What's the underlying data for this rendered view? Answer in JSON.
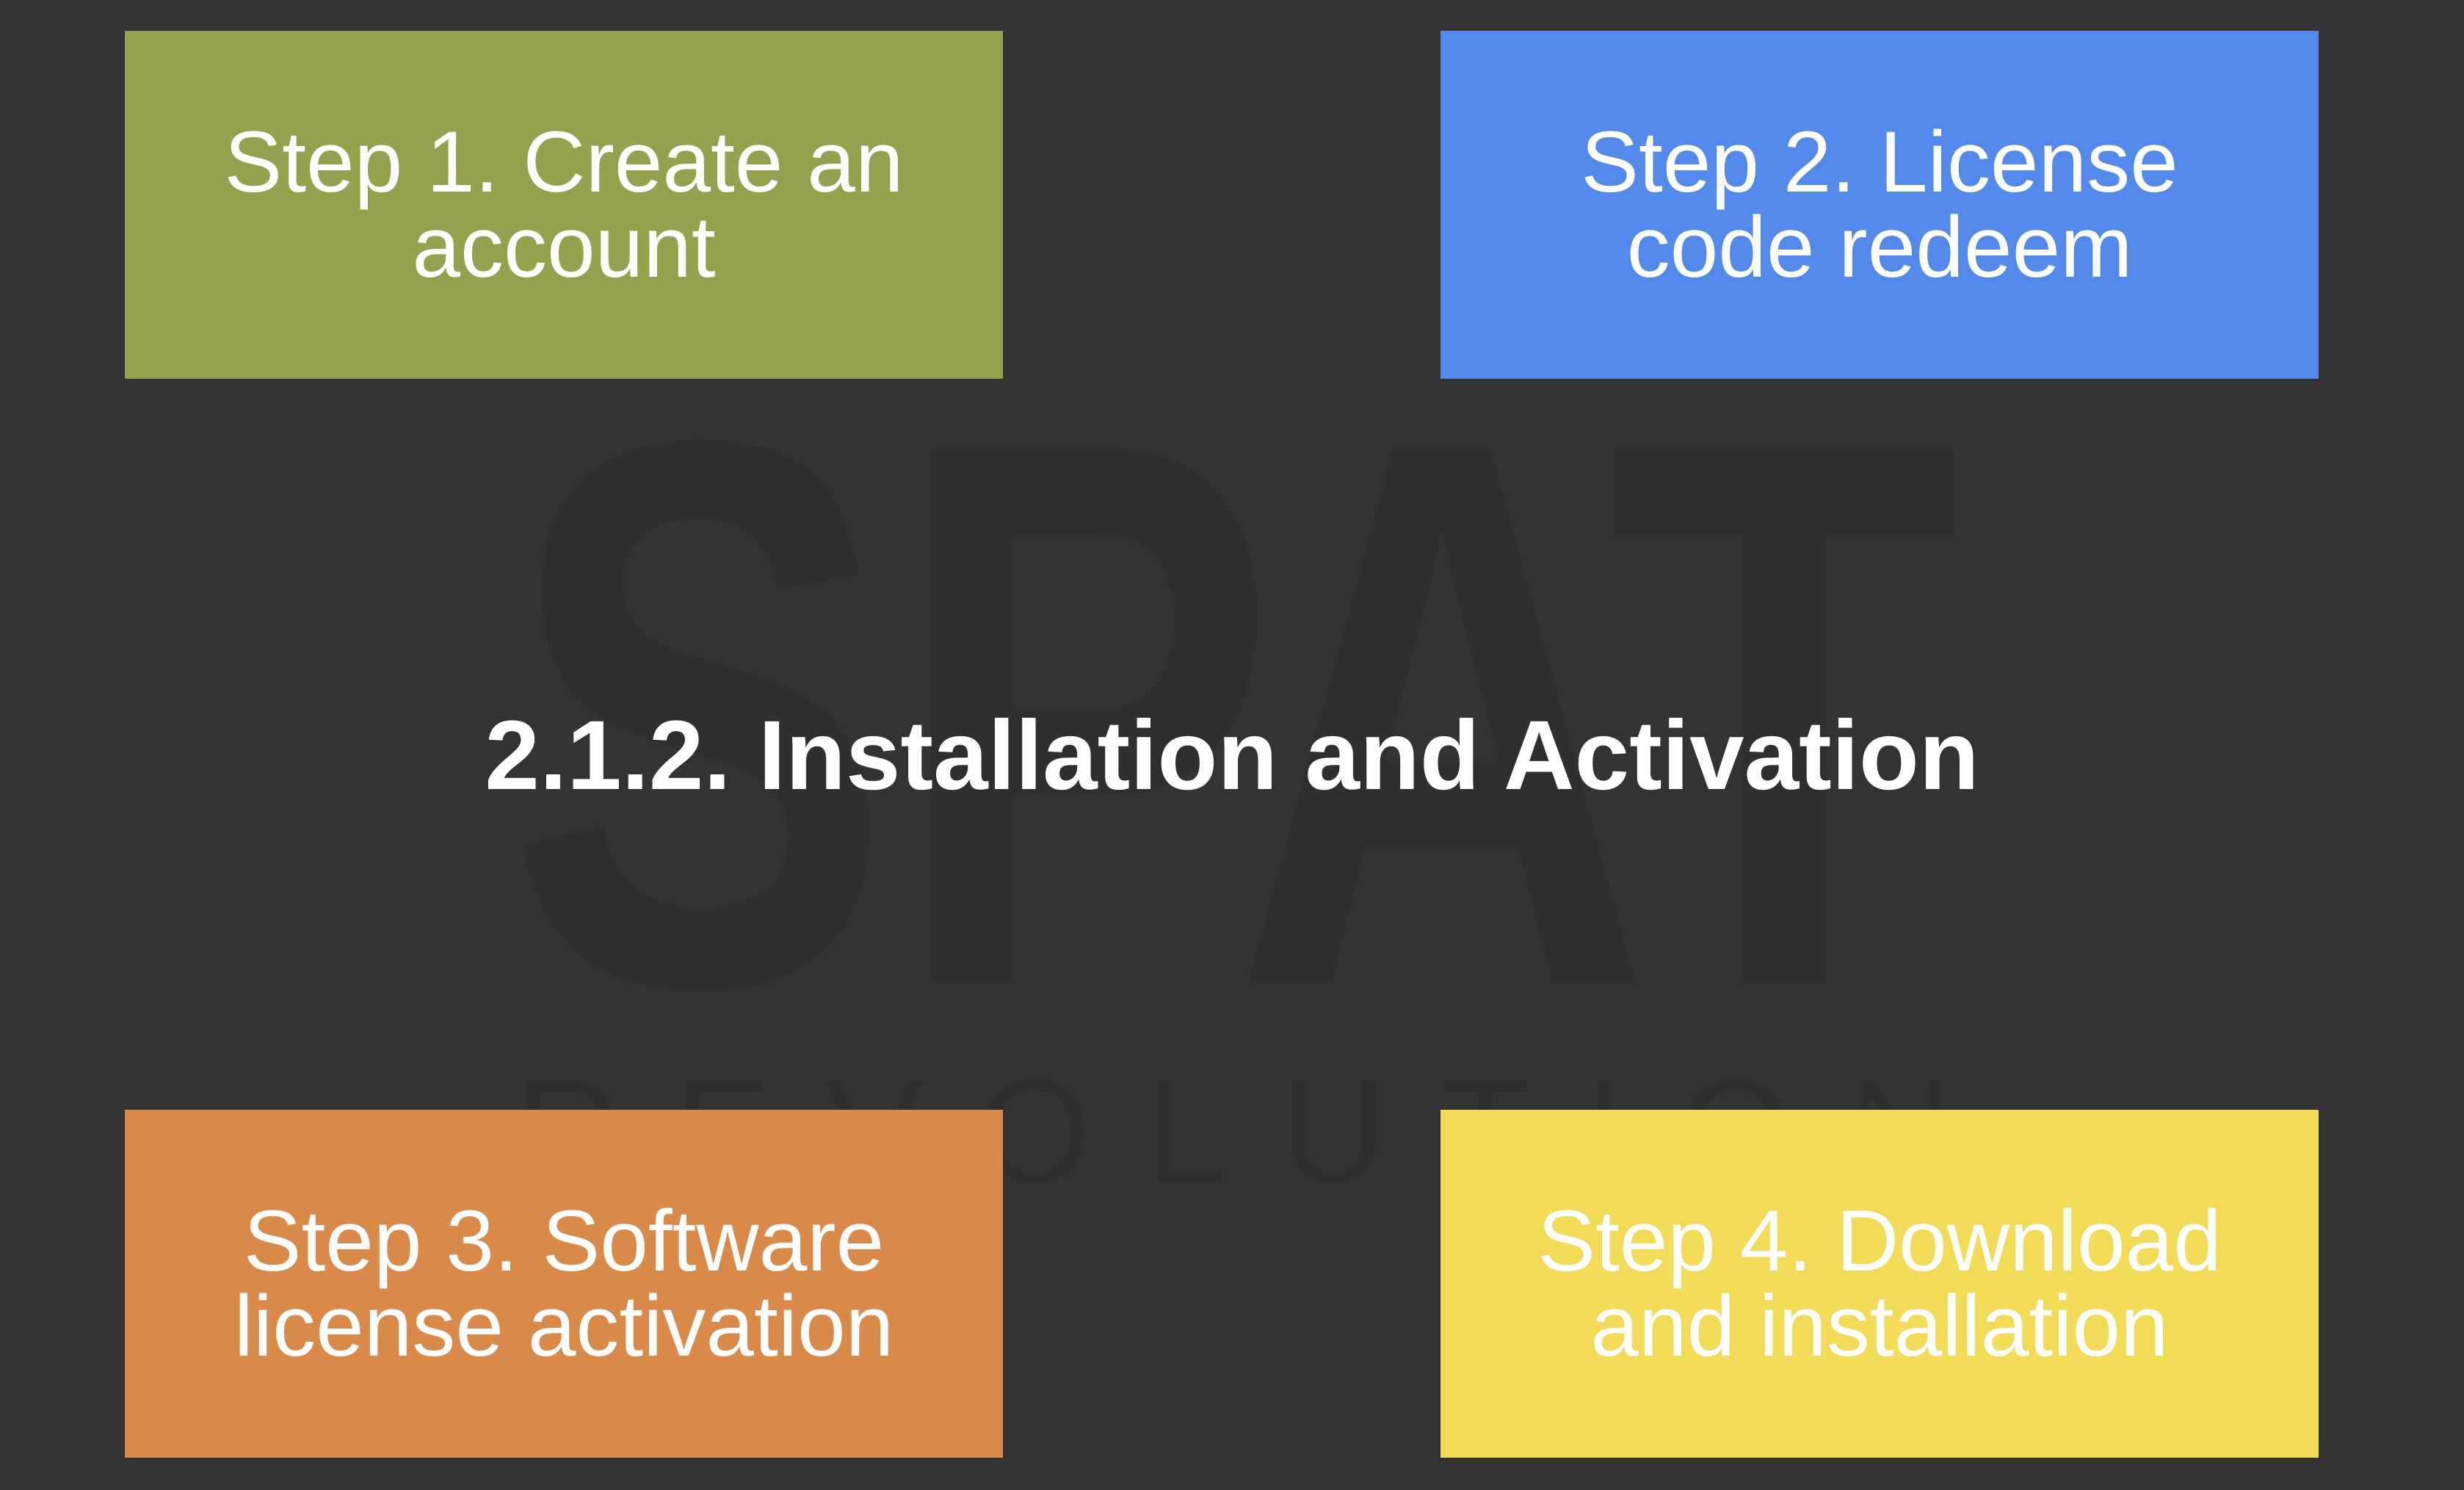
{
  "title": "2.1.2. Installation and Activation",
  "watermark": {
    "main": "SPAT",
    "sub": "REVOLUTION"
  },
  "steps": [
    {
      "label": "Step 1. Create an\naccount",
      "color": "#93a24d"
    },
    {
      "label": "Step 2. License\ncode redeem",
      "color": "#5389ea"
    },
    {
      "label": "Step 3. Software\nlicense activation",
      "color": "#d98a49"
    },
    {
      "label": "Step 4. Download\nand installation",
      "color": "#f2db57"
    }
  ]
}
